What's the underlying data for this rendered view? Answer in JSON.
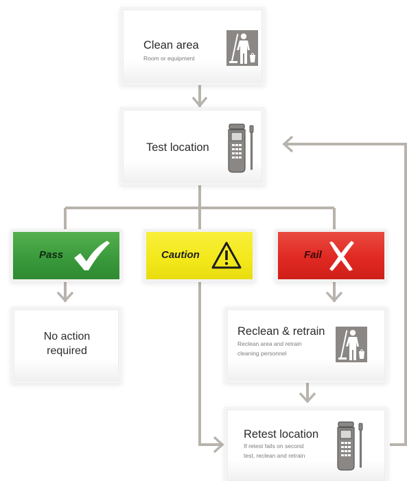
{
  "steps": {
    "clean_area": {
      "title": "Clean area",
      "subtitle": "Room or equipment"
    },
    "test_location": {
      "title": "Test location"
    },
    "no_action": {
      "line1": "No action",
      "line2": "required"
    },
    "reclean": {
      "title": "Reclean & retrain",
      "subtitle_line1": "Reclean area and retrain",
      "subtitle_line2": "cleaning personnel"
    },
    "retest": {
      "title": "Retest location",
      "subtitle_line1": "If retest fails on second",
      "subtitle_line2": "test, reclean and retrain"
    }
  },
  "outcomes": {
    "pass": {
      "label": "Pass",
      "color": "#3a9a3c",
      "icon": "checkmark-icon"
    },
    "caution": {
      "label": "Caution",
      "color": "#f3e81a",
      "icon": "warning-triangle-icon"
    },
    "fail": {
      "label": "Fail",
      "color": "#e02922",
      "icon": "x-mark-icon"
    }
  },
  "colors": {
    "connector": "#b8b3ac",
    "icon_tile": "#8a8784"
  }
}
